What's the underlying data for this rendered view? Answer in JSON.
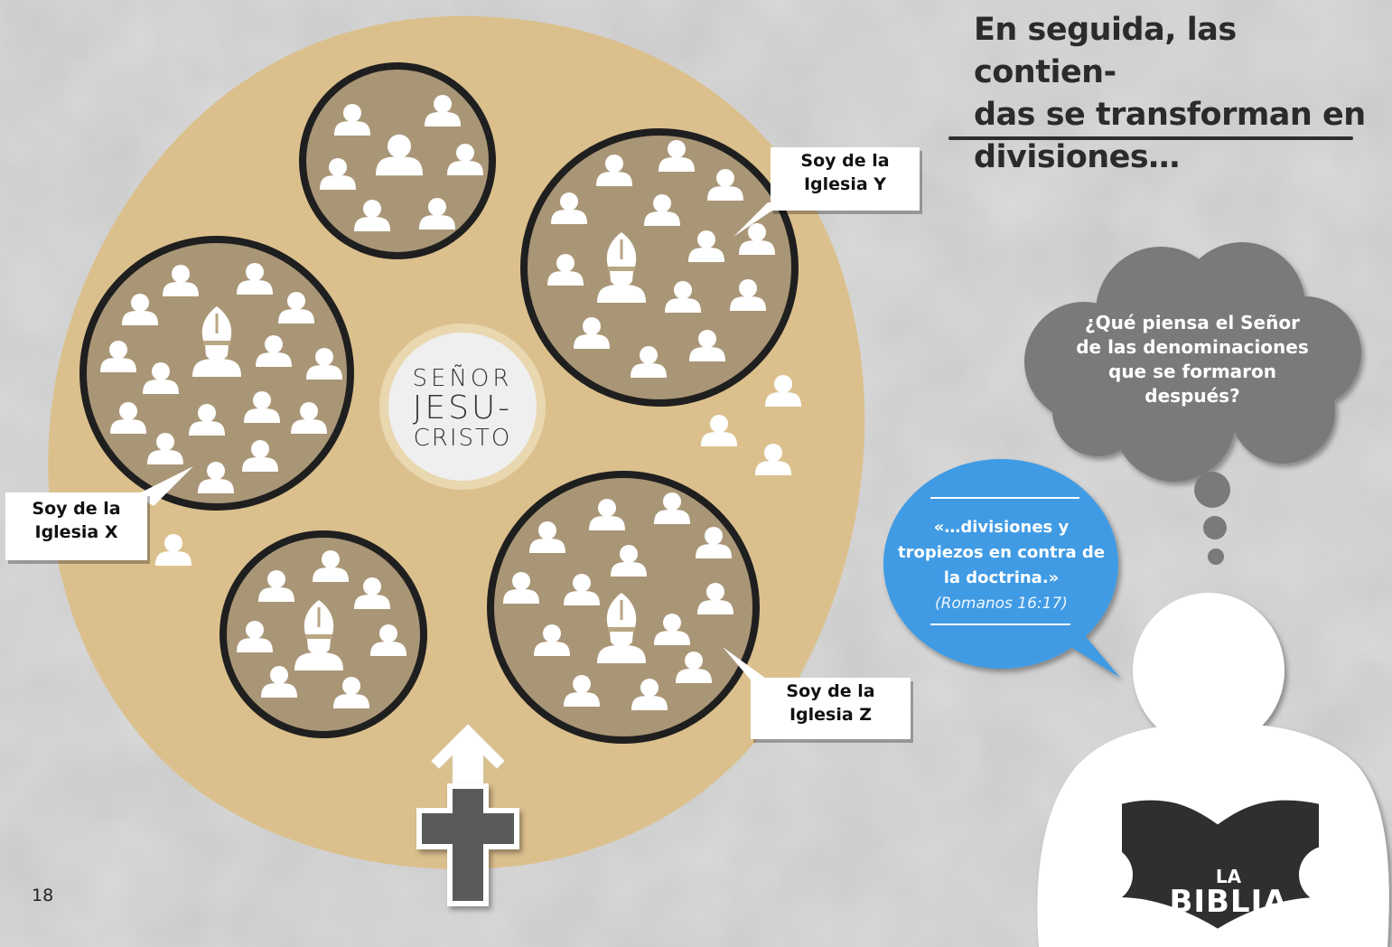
{
  "headline": [
    "En seguida, las contien-",
    "das se transforman en",
    "divisiones…"
  ],
  "center": {
    "line1": "SEÑOR",
    "line2": "JESU-",
    "line3": "CRISTO"
  },
  "tags": {
    "iglesia_y": [
      "Soy de la",
      "Iglesia Y"
    ],
    "iglesia_x": [
      "Soy de la",
      "Iglesia X"
    ],
    "iglesia_z": [
      "Soy de la",
      "Iglesia Z"
    ]
  },
  "thought": [
    "¿Qué piensa el Señor",
    "de las denominaciones",
    "que se formaron",
    "después?"
  ],
  "quote": {
    "lines": [
      "«…divisiones y",
      "tropiezos en contra de",
      "la doctrina.»"
    ],
    "reference": "(Romanos 16:17)"
  },
  "bible": {
    "small": "LA",
    "title": "BIBLIA"
  },
  "page_number": "18",
  "colors": {
    "disc": "#dbc08d",
    "group_fill": "#a99676",
    "group_ring": "#1f1f1f",
    "speech_blue": "#3f9be4",
    "thought_gray": "#7a7a7a",
    "cross": "#5a5a5a",
    "person": "#ffffff",
    "book": "#2f2f2f"
  },
  "icons": {
    "person": "person-icon",
    "bishop": "bishop-mitre-icon",
    "cross": "cross-icon",
    "arrow": "arrow-up-icon"
  }
}
